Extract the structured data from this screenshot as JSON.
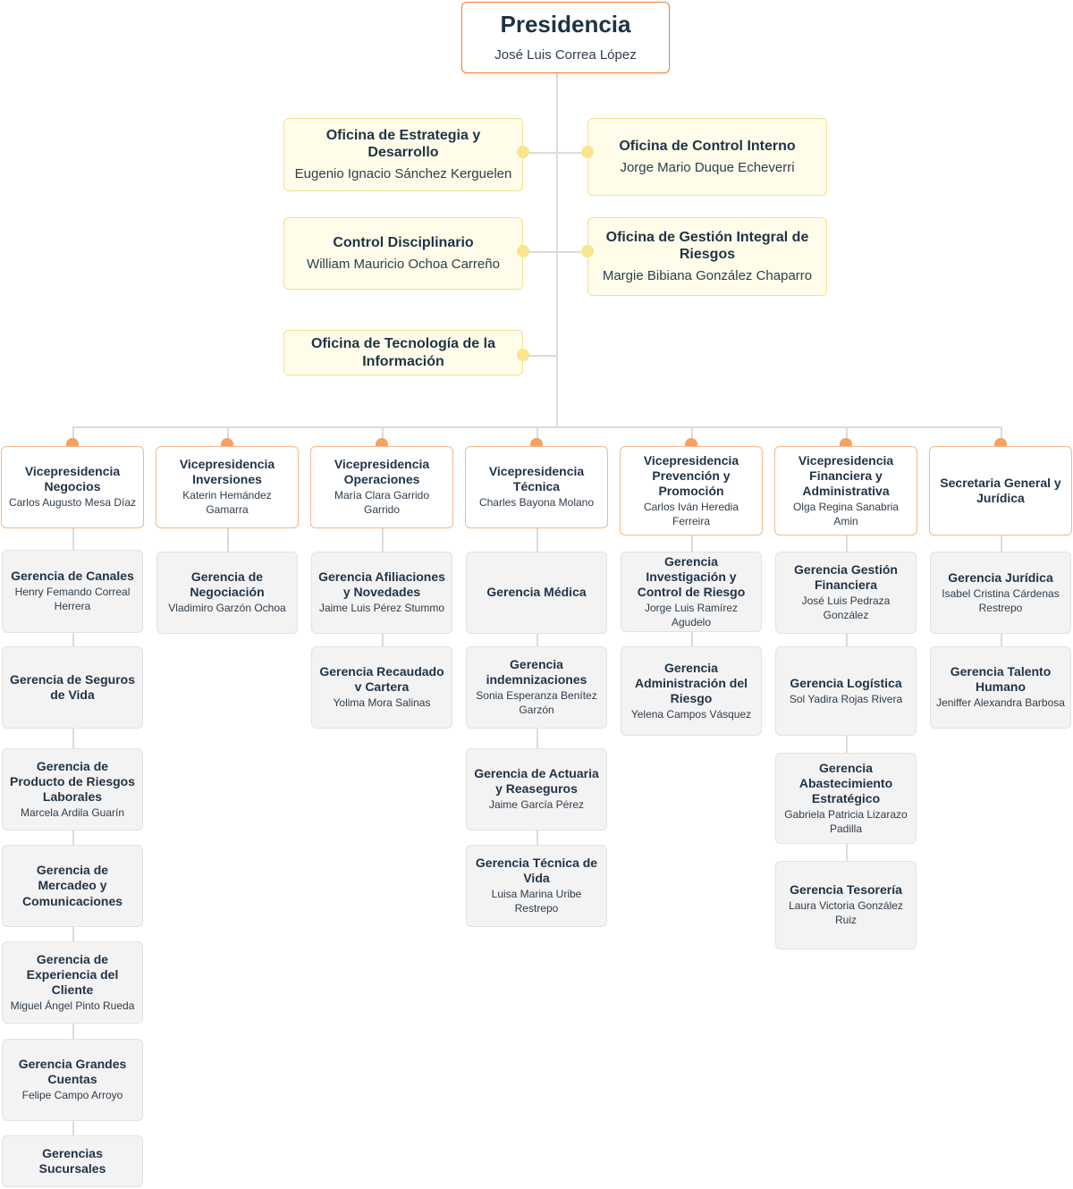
{
  "presidencia": {
    "title": "Presidencia",
    "name": "José Luis Correa López"
  },
  "offices": [
    {
      "title": "Oficina de Estrategia y Desarrollo",
      "name": "Eugenio Ignacio Sánchez Kerguelen"
    },
    {
      "title": "Oficina de Control Interno",
      "name": "Jorge Mario Duque Echeverri"
    },
    {
      "title": "Control Disciplinario",
      "name": "William Mauricio Ochoa Carreño"
    },
    {
      "title": "Oficina de Gestión Integral de Riesgos",
      "name": "Margie Bibiana González Chaparro"
    },
    {
      "title": "Oficina de Tecnología de la Información",
      "name": ""
    }
  ],
  "columns": [
    {
      "vp": {
        "title": "Vicepresidencia Negocios",
        "name": "Carlos Augusto Mesa Díaz"
      },
      "gerencias": [
        {
          "title": "Gerencia de Canales",
          "name": "Henry Femando Correal Herrera"
        },
        {
          "title": "Gerencia de Seguros de Vida",
          "name": ""
        },
        {
          "title": "Gerencia de Producto de Riesgos Laborales",
          "name": "Marcela Ardila Guarín"
        },
        {
          "title": "Gerencia de Mercadeo y Comunicaciones",
          "name": ""
        },
        {
          "title": "Gerencia de Experiencia del Cliente",
          "name": "Miguel Ángel Pinto Rueda"
        },
        {
          "title": "Gerencia Grandes Cuentas",
          "name": "Felipe Campo Arroyo"
        },
        {
          "title": "Gerencias Sucursales",
          "name": ""
        }
      ]
    },
    {
      "vp": {
        "title": "Vicepresidencia Inversiones",
        "name": "Katerin Hemández Gamarra"
      },
      "gerencias": [
        {
          "title": "Gerencia de Negociación",
          "name": "Vladimiro Garzón Ochoa"
        }
      ]
    },
    {
      "vp": {
        "title": "Vicepresidencia Operaciones",
        "name": "María Clara Garrido Garrido"
      },
      "gerencias": [
        {
          "title": "Gerencia Afiliaciones y Novedades",
          "name": "Jaime Luis Pérez Stummo"
        },
        {
          "title": "Gerencia Recaudado v Cartera",
          "name": "Yolima Mora Salinas"
        }
      ]
    },
    {
      "vp": {
        "title": "Vicepresidencia Técnica",
        "name": "Charles Bayona Molano"
      },
      "gerencias": [
        {
          "title": "Gerencia Médica",
          "name": ""
        },
        {
          "title": "Gerencia indemnizaciones",
          "name": "Sonia Esperanza Benítez Garzón"
        },
        {
          "title": "Gerencia de Actuaria y Reaseguros",
          "name": "Jaime García Pérez"
        },
        {
          "title": "Gerencia Técnica de Vida",
          "name": "Luisa Marina Uribe Restrepo"
        }
      ]
    },
    {
      "vp": {
        "title": "Vicepresidencia Prevención y Promoción",
        "name": "Carlos Iván Heredia Ferreira"
      },
      "gerencias": [
        {
          "title": "Gerencia Investigación y Control de Riesgo",
          "name": "Jorge Luis Ramírez Agudelo"
        },
        {
          "title": "Gerencia Administración del Riesgo",
          "name": "Yelena Campos Vásquez"
        }
      ]
    },
    {
      "vp": {
        "title": "Vicepresidencia Financiera y Administrativa",
        "name": "Olga Regina Sanabria Amin"
      },
      "gerencias": [
        {
          "title": "Gerencia Gestión Financiera",
          "name": "José Luis Pedraza González"
        },
        {
          "title": "Gerencia Logística",
          "name": "Sol Yadira Rojas Rivera"
        },
        {
          "title": "Gerencia Abastecimiento Estratégico",
          "name": "Gabriela Patricia Lizarazo Padilla"
        },
        {
          "title": "Gerencia Tesorería",
          "name": "Laura Victoria González Ruiz"
        }
      ]
    },
    {
      "vp": {
        "title": "Secretaria General y Jurídica",
        "name": ""
      },
      "gerencias": [
        {
          "title": "Gerencia Jurídica",
          "name": "Isabel Cristina Cárdenas Restrepo"
        },
        {
          "title": "Gerencia Talento Humano",
          "name": "Jeniffer Alexandra Barbosa"
        }
      ]
    }
  ]
}
